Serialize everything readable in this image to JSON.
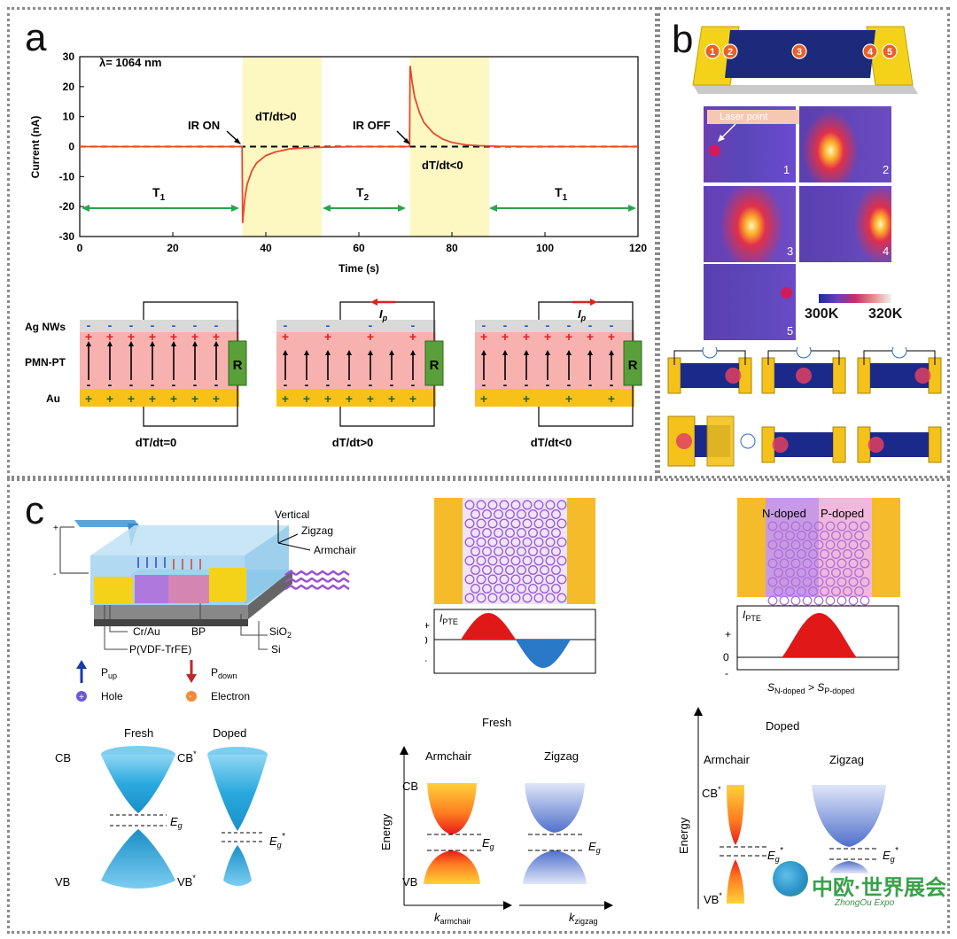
{
  "panel_a": {
    "letter": "a",
    "wavelength": "λ= 1064 nm",
    "label_ir_on": "IR ON",
    "label_ir_off": "IR OFF",
    "label_rise": "dT/dt>0",
    "label_fall": "dT/dt<0",
    "t1_left": "T",
    "t1_left_sub": "1",
    "t2": "T",
    "t2_sub": "2",
    "t1_right": "T",
    "t1_right_sub": "1",
    "schem_ag": "Ag NWs",
    "schem_pmn": "PMN-PT",
    "schem_au": "Au",
    "schem_r": "R",
    "schem_ip": "I",
    "schem_ip_sub": "p",
    "caption_1": "dT/dt=0",
    "caption_2": "dT/dt>0",
    "caption_3": "dT/dt<0"
  },
  "chart_data": {
    "type": "line",
    "title": "",
    "xlabel": "Time (s)",
    "ylabel": "Current (nA)",
    "xlim": [
      0,
      120
    ],
    "ylim": [
      -30,
      30
    ],
    "xticks": [
      0,
      20,
      40,
      60,
      80,
      100,
      120
    ],
    "yticks": [
      -30,
      -20,
      -10,
      0,
      10,
      20,
      30
    ],
    "shaded_intervals": [
      [
        35,
        52
      ],
      [
        71,
        88
      ]
    ],
    "series": [
      {
        "x": [
          0,
          34.9,
          35,
          35.5,
          36,
          37,
          38,
          40,
          42,
          45,
          48,
          52,
          56,
          60,
          65,
          70,
          70.9,
          71,
          71.5,
          72,
          73,
          74,
          76,
          78,
          80,
          83,
          86,
          90,
          100,
          110,
          120
        ],
        "values": [
          0,
          0,
          -25.5,
          -17,
          -12.5,
          -8,
          -5.5,
          -3,
          -1.8,
          -0.8,
          -0.4,
          -0.2,
          -0.1,
          0,
          0,
          0,
          0,
          27,
          21,
          16.5,
          11.5,
          8,
          4.5,
          2.5,
          1.4,
          0.6,
          0.3,
          0.1,
          0,
          0,
          0
        ]
      }
    ]
  },
  "panel_b": {
    "letter": "b",
    "markers": [
      "1",
      "2",
      "3",
      "4",
      "5"
    ],
    "laser_point": "Laser point",
    "cell_labels": [
      "1",
      "2",
      "3",
      "4",
      "5"
    ],
    "temp_low": "300K",
    "temp_high": "320K"
  },
  "panel_c": {
    "letter": "c",
    "axis_vertical": "Vertical",
    "axis_zigzag": "Zigzag",
    "axis_armchair": "Armchair",
    "label_crau": "Cr/Au",
    "label_bp": "BP",
    "label_sio2": "SiO",
    "label_sio2_sub": "2",
    "label_pvdf": "P(VDF-TrFE)",
    "label_si": "Si",
    "legend_pup": "P",
    "legend_pup_sub": "up",
    "legend_pdown": "P",
    "legend_pdown_sub": "down",
    "legend_hole": "Hole",
    "legend_electron": "Electron",
    "ipte": "I",
    "ipte_sub": "PTE",
    "plus": "+",
    "zero": "0",
    "minus": "-",
    "n_doped": "N-doped",
    "p_doped": "P-doped",
    "seebeck": "S",
    "seebeck_sub1": "N-doped",
    "seebeck_gt": " > S",
    "seebeck_sub2": "P-doped",
    "cone_fresh": "Fresh",
    "cone_doped": "Doped",
    "cb": "CB",
    "vb": "VB",
    "cb_star": "CB",
    "vb_star": "VB",
    "star": "*",
    "eg": "E",
    "eg_sub": "g",
    "band_fresh_title": "Fresh",
    "band_doped_title": "Doped",
    "armchair": "Armchair",
    "zigzag": "Zigzag",
    "energy": "Energy",
    "k_armchair": "k",
    "k_armchair_sub": "armchair",
    "k_zigzag": "k",
    "k_zigzag_sub": "zigzag"
  },
  "watermark": {
    "main": "中欧·世界展会",
    "sub": "ZhongOu Expo"
  }
}
